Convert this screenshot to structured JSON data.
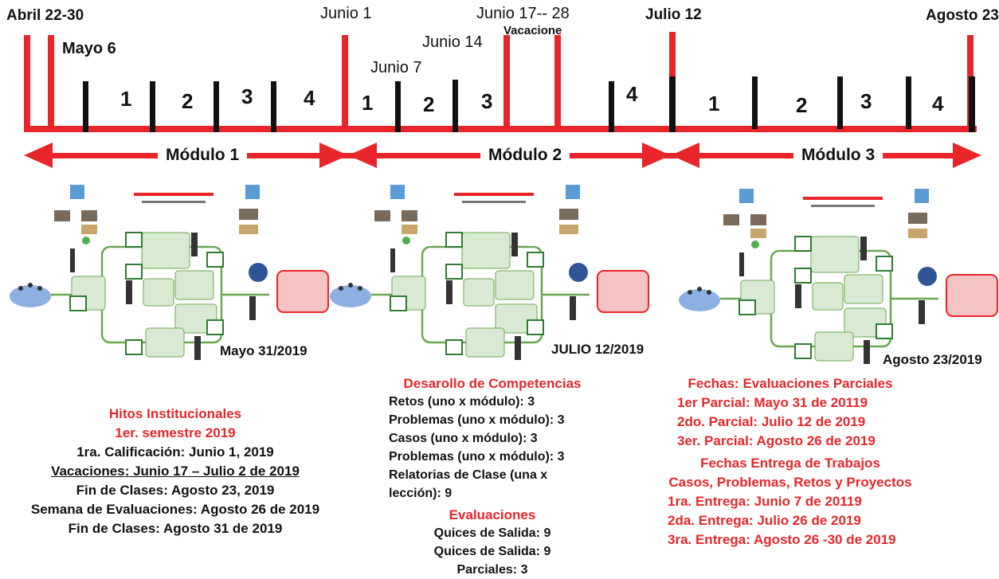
{
  "timeline": {
    "dates": {
      "abril": "Abril 22-30",
      "mayo6": "Mayo  6",
      "junio1": "Junio 1",
      "junio7": "Junio 7",
      "junio14": "Junio  14",
      "junio17": "Junio  17-- 28",
      "vacaciones": "Vacacione",
      "julio12": "Julio 12",
      "agosto23": "Agosto 23"
    },
    "weeks": [
      "1",
      "2",
      "3",
      "4",
      "1",
      "2",
      "3",
      "4",
      "1",
      "2",
      "3",
      "4"
    ],
    "modules": [
      "Módulo 1",
      "Módulo 2",
      "Módulo 3"
    ]
  },
  "diagrams": {
    "labels": [
      "Mayo  31/2019",
      "JULIO 12/2019",
      "Agosto 23/2019"
    ]
  },
  "hitos": {
    "title1": "Hitos Institucionales",
    "title2": "1er. semestre 2019",
    "items": [
      "1ra. Calificación: Junio 1, 2019",
      "Vacaciones: Junio 17 – Julio 2 de 2019",
      "Fin de Clases: Agosto 23, 2019",
      "Semana de Evaluaciones: Agosto 26 de 2019",
      "Fin de Clases: Agosto 31 de 2019"
    ]
  },
  "competencias": {
    "title": "Desarollo de Competencias",
    "items": [
      "Retos (uno x módulo): 3",
      "Problemas (uno x módulo): 3",
      "Casos (uno x módulo): 3",
      "Problemas (uno x módulo): 3",
      "Relatorias de Clase (una x lección): 9"
    ],
    "eval_title": "Evaluaciones",
    "eval_items": [
      "Quices de Salida: 9",
      "Quices de Salida: 9",
      "Parciales: 3"
    ]
  },
  "fechas": {
    "title": "Fechas: Evaluaciones Parciales",
    "items": [
      "1er Parcial: Mayo 31 de 20119",
      "2do. Parcial: Julio 12 de 2019",
      "3er. Parcial: Agosto 26 de 2019"
    ],
    "entrega_title1": "Fechas Entrega de Trabajos",
    "entrega_title2": "Casos, Problemas, Retos y Proyectos",
    "entrega_items": [
      "1ra. Entrega: Junio 7 de 20119",
      "2da. Entrega: Julio 26 de 2019",
      "3ra. Entrega: Agosto 26 -30 de 2019"
    ]
  },
  "colors": {
    "accent": "#e8262a",
    "bar": "#111111",
    "diagram_green": "#6aa84f"
  }
}
